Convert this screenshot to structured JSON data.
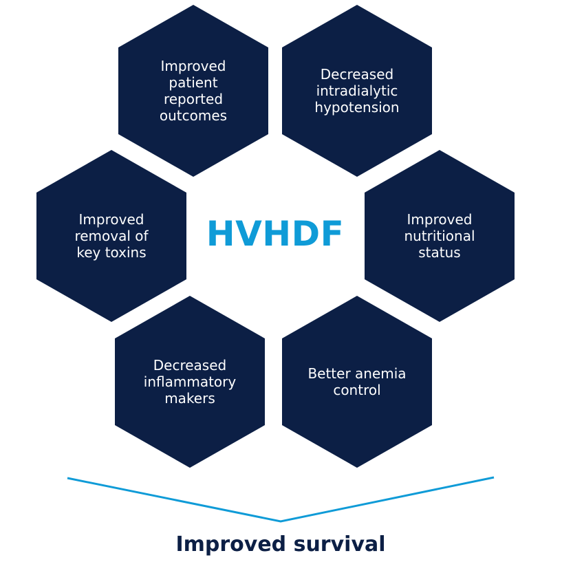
{
  "colors": {
    "hex_fill": "#0c1f45",
    "hex_text": "#ffffff",
    "accent": "#0f9bd7",
    "outcome_text": "#0c1f45",
    "background": "#ffffff"
  },
  "center": {
    "title": "HVHDF"
  },
  "benefits": [
    {
      "label": "Improved\npatient\nreported\noutcomes"
    },
    {
      "label": "Decreased\nintradialytic\nhypotension"
    },
    {
      "label": "Improved\nremoval of\nkey toxins"
    },
    {
      "label": "Improved\nnutritional\nstatus"
    },
    {
      "label": "Decreased\ninflammatory\nmakers"
    },
    {
      "label": "Better anemia\ncontrol"
    }
  ],
  "outcome": {
    "label": "Improved survival"
  }
}
